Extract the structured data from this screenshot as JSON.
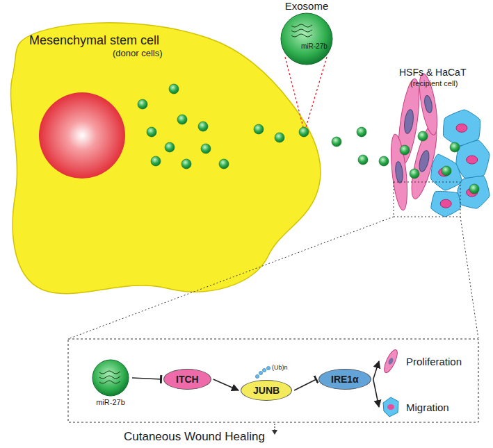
{
  "diagram": {
    "nodes": [
      {
        "text": [
          "Mesenchymal stem cell",
          "(donor cells)"
        ]
      },
      {
        "text": [
          "Exosome",
          "miR-27b"
        ]
      },
      {
        "text": [
          "miR-27b"
        ]
      },
      {
        "text": [
          "ITCH"
        ]
      },
      {
        "text": [
          "JUNB"
        ]
      },
      {
        "text": [
          "IRE1α"
        ]
      },
      {
        "text": [
          "Proliferation"
        ]
      },
      {
        "text": [
          "Migration"
        ]
      }
    ],
    "edges": [
      {
        "from": 2,
        "to": 3,
        "arrow": "to"
      },
      {
        "from": 3,
        "to": 4,
        "arrow": "to"
      },
      {
        "from": 4,
        "to": 5,
        "arrow": "to"
      },
      {
        "from": 5,
        "to": 6,
        "arrow": "to"
      },
      {
        "from": 5,
        "to": 7,
        "arrow": "to"
      }
    ],
    "labels": [
      "HSFs & HaCaT",
      "(recipient cell)",
      "(Ub)n",
      "Cutaneous Wound Healing"
    ]
  }
}
